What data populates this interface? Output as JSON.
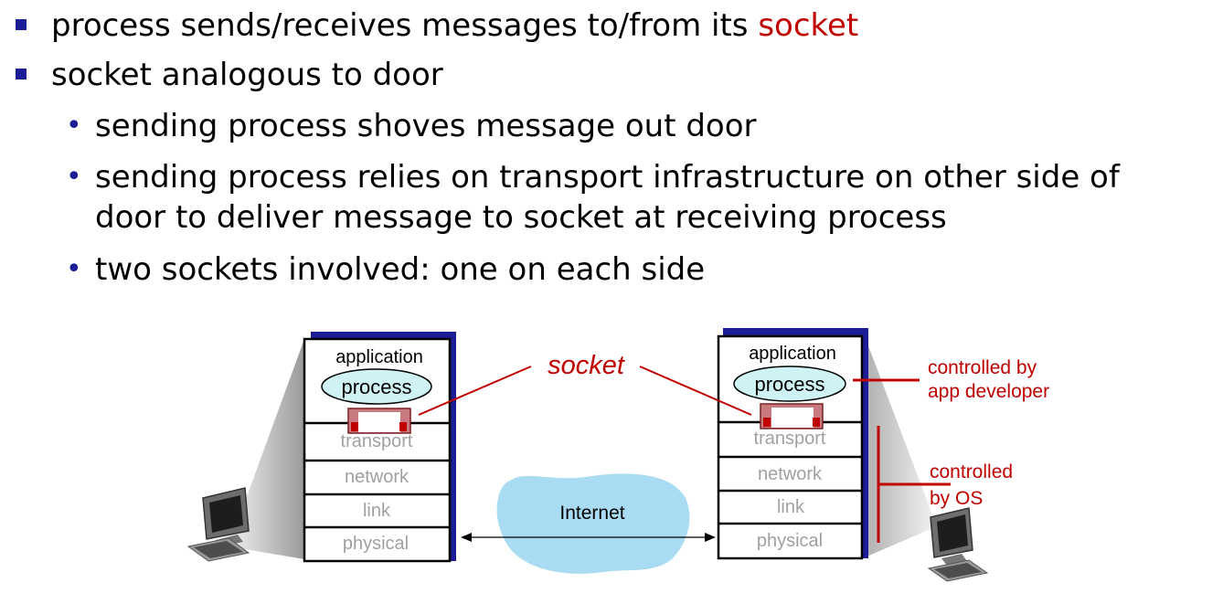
{
  "bullets": [
    {
      "prefix": "process sends/receives messages to/from its ",
      "highlight": "socket"
    },
    {
      "text": "socket analogous to door"
    }
  ],
  "sub_bullets": [
    {
      "text": "sending process shoves message out door"
    },
    {
      "line1": "sending process relies on transport infrastructure on other side of",
      "line2": "door to deliver message to socket at receiving process"
    },
    {
      "text": "two sockets involved: one on each side"
    }
  ],
  "diagram": {
    "left_stack": {
      "application": "application",
      "process": "process",
      "transport": "transport",
      "network": "network",
      "link": "link",
      "physical": "physical"
    },
    "right_stack": {
      "application": "application",
      "process": "process",
      "transport": "transport",
      "network": "network",
      "link": "link",
      "physical": "physical"
    },
    "socket_label": "socket",
    "cloud_label": "Internet",
    "app_dev_label": {
      "line1": "controlled by",
      "line2": "app developer"
    },
    "os_label": {
      "line1": "controlled",
      "line2": "by OS"
    },
    "colors": {
      "accent": "#c00000",
      "stack_border": "#000000",
      "stack_shadow": "#1c1c96",
      "cloud": "#a9dcf2",
      "process_fill": "#cff2f4",
      "socket_fill": "#c97a80"
    }
  }
}
